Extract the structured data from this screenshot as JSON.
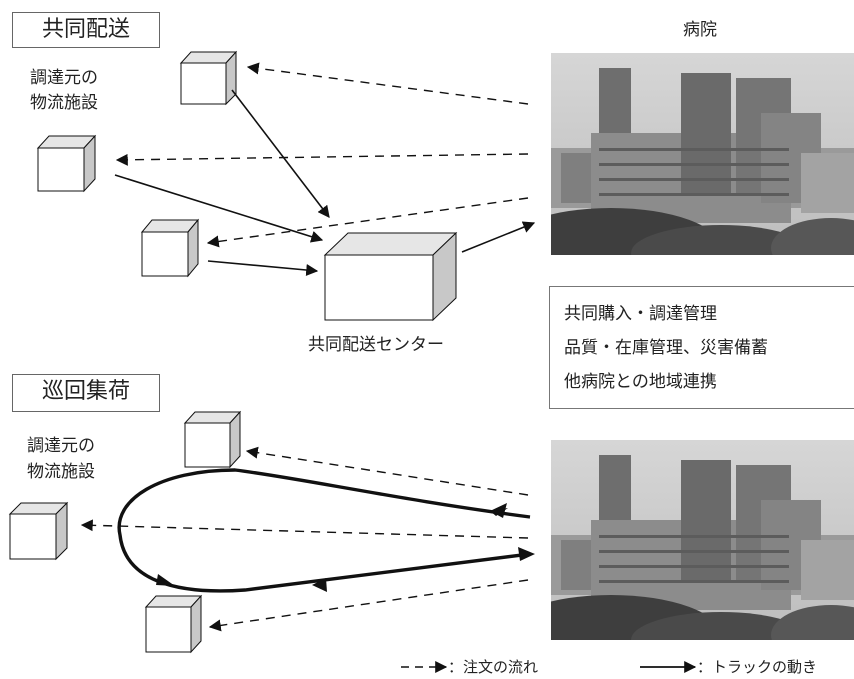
{
  "sections": {
    "joint_delivery": "共同配送",
    "milk_run": "巡回集荷"
  },
  "labels": {
    "supplier_top": [
      "調達元の",
      "物流施設"
    ],
    "supplier_bottom": [
      "調達元の",
      "物流施設"
    ],
    "hospital": "病院",
    "center": "共同配送センター"
  },
  "info_box": {
    "lines": [
      "共同購入・調達管理",
      "品質・在庫管理、災害備蓄",
      "他病院との地域連携"
    ]
  },
  "legend": {
    "order_flow": "：注文の流れ",
    "truck_move": "：トラックの動き"
  },
  "colors": {
    "box_front": "#ffffff",
    "box_side": "#c8c8c8",
    "box_top": "#e6e6e6",
    "stroke": "#111111"
  }
}
